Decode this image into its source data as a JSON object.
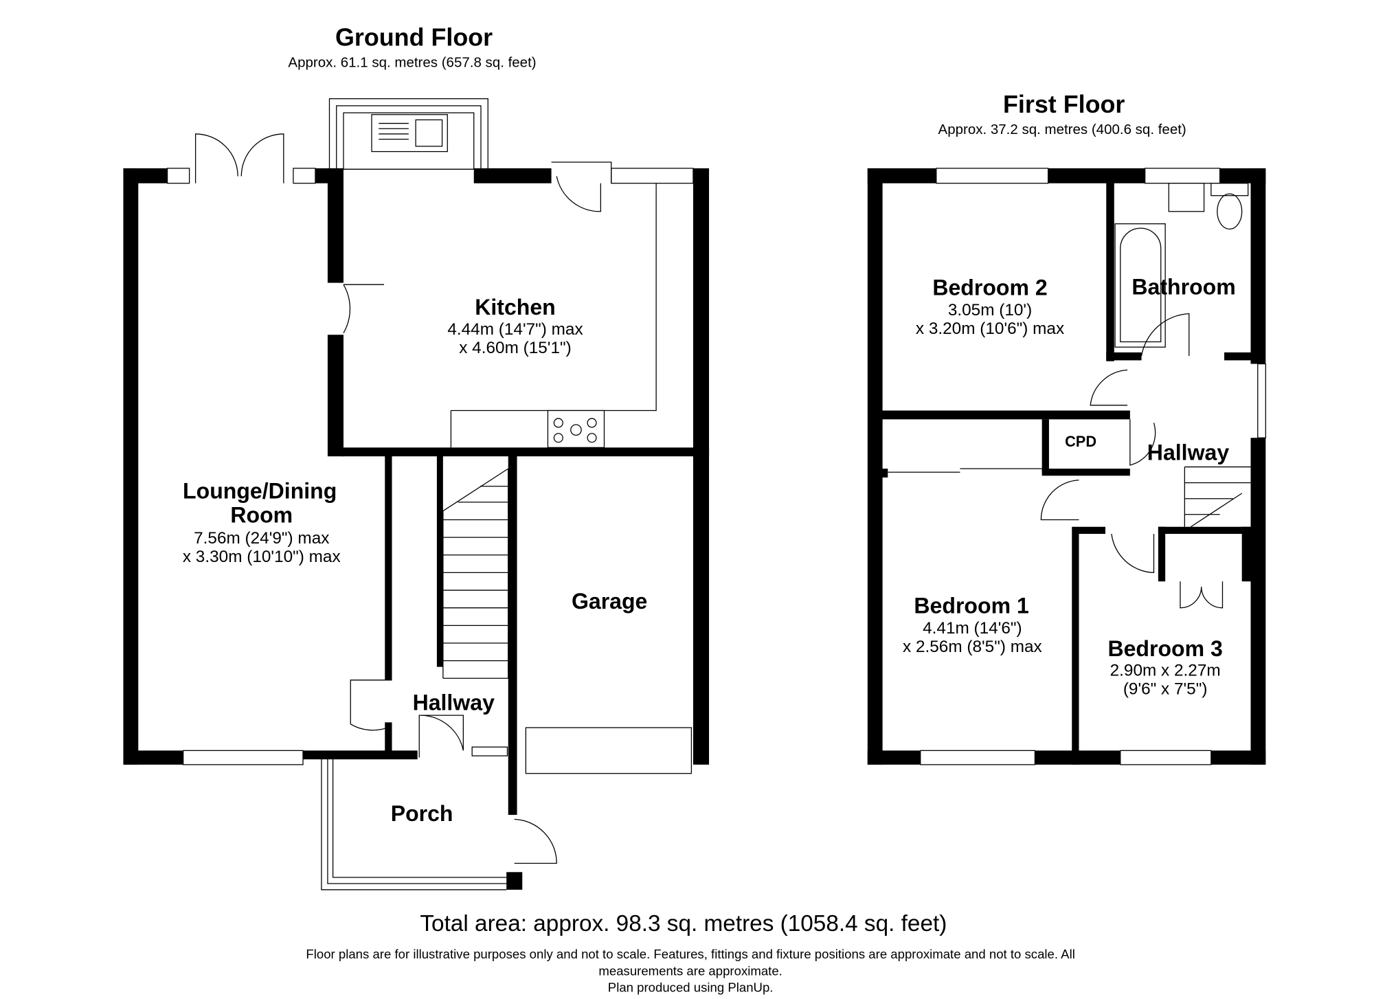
{
  "ground_floor": {
    "title": "Ground Floor",
    "area": "Approx. 61.1 sq. metres (657.8 sq. feet)",
    "rooms": {
      "lounge": {
        "name_line1": "Lounge/Dining",
        "name_line2": "Room",
        "dim1": "7.56m (24'9\") max",
        "dim2": "x 3.30m (10'10\") max"
      },
      "kitchen": {
        "name": "Kitchen",
        "dim1": "4.44m (14'7\") max",
        "dim2": "x 4.60m (15'1\")"
      },
      "garage": {
        "name": "Garage"
      },
      "hallway": {
        "name": "Hallway"
      },
      "porch": {
        "name": "Porch"
      }
    }
  },
  "first_floor": {
    "title": "First Floor",
    "area": "Approx. 37.2 sq. metres (400.6 sq. feet)",
    "rooms": {
      "bedroom2": {
        "name": "Bedroom 2",
        "dim1": "3.05m (10')",
        "dim2": "x 3.20m (10'6\") max"
      },
      "bathroom": {
        "name": "Bathroom"
      },
      "cpd": {
        "name": "CPD"
      },
      "hallway": {
        "name": "Hallway"
      },
      "bedroom1": {
        "name": "Bedroom 1",
        "dim1": "4.41m (14'6\")",
        "dim2": "x 2.56m (8'5\") max"
      },
      "bedroom3": {
        "name": "Bedroom 3",
        "dim1": "2.90m x 2.27m",
        "dim2": "(9'6\" x 7'5\")"
      }
    }
  },
  "footer": {
    "total_area": "Total area: approx. 98.3 sq. metres (1058.4 sq. feet)",
    "disclaimer_line1": "Floor plans are for illustrative purposes only and not to scale. Features, fittings and fixture positions are approximate and not to scale. All",
    "disclaimer_line2": "measurements are approximate.",
    "credit": "Plan produced using PlanUp."
  }
}
